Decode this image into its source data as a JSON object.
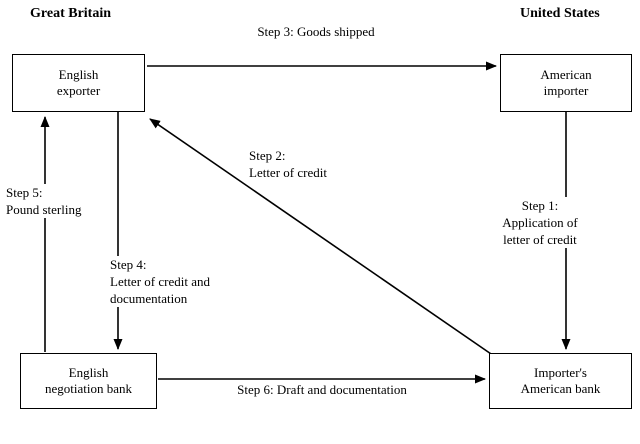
{
  "regions": {
    "great_britain": "Great Britain",
    "united_states": "United States"
  },
  "nodes": {
    "english_exporter": "English\nexporter",
    "american_importer": "American\nimporter",
    "english_negotiation_bank": "English\nnegotiation bank",
    "importers_american_bank": "Importer's\nAmerican bank"
  },
  "steps": {
    "step1": "Step 1:\nApplication of letter of credit",
    "step2": "Step 2:\nLetter of credit",
    "step3": "Step 3: Goods shipped",
    "step4": "Step 4:\nLetter of credit and\ndocumentation",
    "step5": "Step 5:\nPound sterling",
    "step6": "Step 6: Draft and documentation"
  },
  "edges": [
    {
      "step": 1,
      "from": "american_importer",
      "to": "importers_american_bank",
      "label": "Application of letter of credit"
    },
    {
      "step": 2,
      "from": "importers_american_bank",
      "to": "english_exporter",
      "label": "Letter of credit"
    },
    {
      "step": 3,
      "from": "english_exporter",
      "to": "american_importer",
      "label": "Goods shipped"
    },
    {
      "step": 4,
      "from": "english_exporter",
      "to": "english_negotiation_bank",
      "label": "Letter of credit and documentation"
    },
    {
      "step": 5,
      "from": "english_negotiation_bank",
      "to": "english_exporter",
      "label": "Pound sterling"
    },
    {
      "step": 6,
      "from": "english_negotiation_bank",
      "to": "importers_american_bank",
      "label": "Draft and documentation"
    }
  ],
  "colors": {
    "background": "#ffffff",
    "line": "#000000",
    "text": "#000000"
  }
}
